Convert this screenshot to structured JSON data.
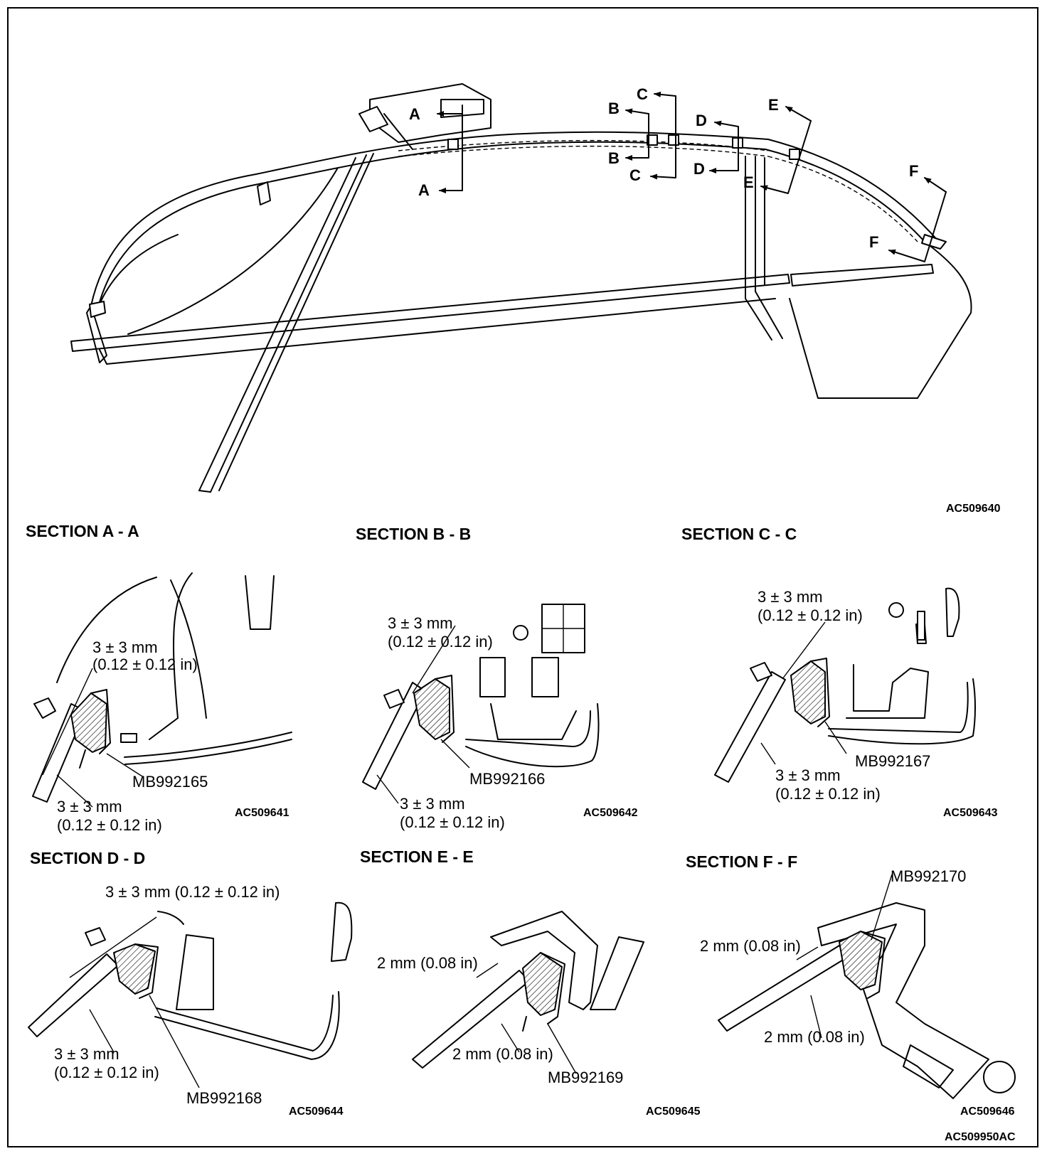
{
  "overview": {
    "section_markers": [
      "A",
      "B",
      "C",
      "D",
      "E",
      "F"
    ],
    "code": "AC509640"
  },
  "sections": [
    {
      "title": "SECTION A - A",
      "dim1_line1": "3 ± 3 mm",
      "dim1_line2": "(0.12 ± 0.12 in)",
      "dim2_line1": "3 ± 3 mm",
      "dim2_line2": "(0.12 ± 0.12 in)",
      "part": "MB992165",
      "code": "AC509641"
    },
    {
      "title": "SECTION B - B",
      "dim1_line1": "3 ± 3 mm",
      "dim1_line2": "(0.12 ± 0.12 in)",
      "dim2_line1": "3 ± 3 mm",
      "dim2_line2": "(0.12 ± 0.12 in)",
      "part": "MB992166",
      "code": "AC509642"
    },
    {
      "title": "SECTION C - C",
      "dim1_line1": "3 ± 3 mm",
      "dim1_line2": "(0.12 ± 0.12 in)",
      "dim2_line1": "3 ± 3 mm",
      "dim2_line2": "(0.12 ± 0.12 in)",
      "part": "MB992167",
      "code": "AC509643"
    },
    {
      "title": "SECTION D - D",
      "dim1": "3 ± 3 mm (0.12 ± 0.12 in)",
      "dim2_line1": "3 ± 3 mm",
      "dim2_line2": "(0.12 ± 0.12 in)",
      "part": "MB992168",
      "code": "AC509644"
    },
    {
      "title": "SECTION E - E",
      "dim1": "2 mm (0.08 in)",
      "dim2": "2 mm (0.08 in)",
      "part": "MB992169",
      "code": "AC509645"
    },
    {
      "title": "SECTION F - F",
      "dim1": "2 mm (0.08 in)",
      "dim2": "2 mm (0.08 in)",
      "part": "MB992170",
      "code": "AC509646"
    }
  ],
  "figure_code": "AC509950AC"
}
